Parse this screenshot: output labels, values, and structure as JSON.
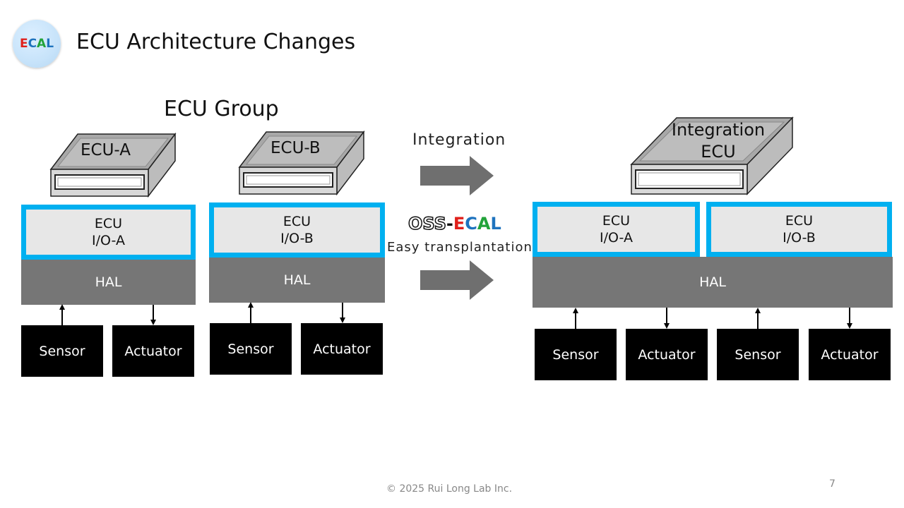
{
  "slide": {
    "title": "ECU Architecture Changes",
    "logo": {
      "letters": [
        {
          "char": "E",
          "color": "#e0201b"
        },
        {
          "char": "C",
          "color": "#1e73be"
        },
        {
          "char": "A",
          "color": "#22a33a"
        },
        {
          "char": "L",
          "color": "#1e73be"
        }
      ]
    },
    "footer": "© 2025 Rui Long Lab Inc.",
    "page_number": "7"
  },
  "left_group": {
    "title": "ECU Group",
    "ecus": [
      {
        "label": "ECU-A",
        "io_line1": "ECU",
        "io_line2": "I/O-A",
        "hal": "HAL",
        "sensor": "Sensor",
        "actuator": "Actuator"
      },
      {
        "label": "ECU-B",
        "io_line1": "ECU",
        "io_line2": "I/O-B",
        "hal": "HAL",
        "sensor": "Sensor",
        "actuator": "Actuator"
      }
    ]
  },
  "middle": {
    "integration_label": "Integration",
    "oss_prefix": "OSS",
    "oss_dash": "-",
    "oss_ecal": [
      {
        "char": "E",
        "color": "#e0201b"
      },
      {
        "char": "C",
        "color": "#1e73be"
      },
      {
        "char": "A",
        "color": "#22a33a"
      },
      {
        "char": "L",
        "color": "#1e73be"
      }
    ],
    "easy_label": "Easy transplantation"
  },
  "right_group": {
    "ecu_label_line1": "Integration",
    "ecu_label_line2": "ECU",
    "io_blocks": [
      {
        "line1": "ECU",
        "line2": "I/O-A"
      },
      {
        "line1": "ECU",
        "line2": "I/O-B"
      }
    ],
    "hal": "HAL",
    "devices": [
      "Sensor",
      "Actuator",
      "Sensor",
      "Actuator"
    ]
  },
  "colors": {
    "io_border": "#00b0f0",
    "io_fill": "#e7e7e7",
    "hal_fill": "#767676",
    "device_fill": "#000000",
    "arrow_fill": "#6f6f6f"
  }
}
